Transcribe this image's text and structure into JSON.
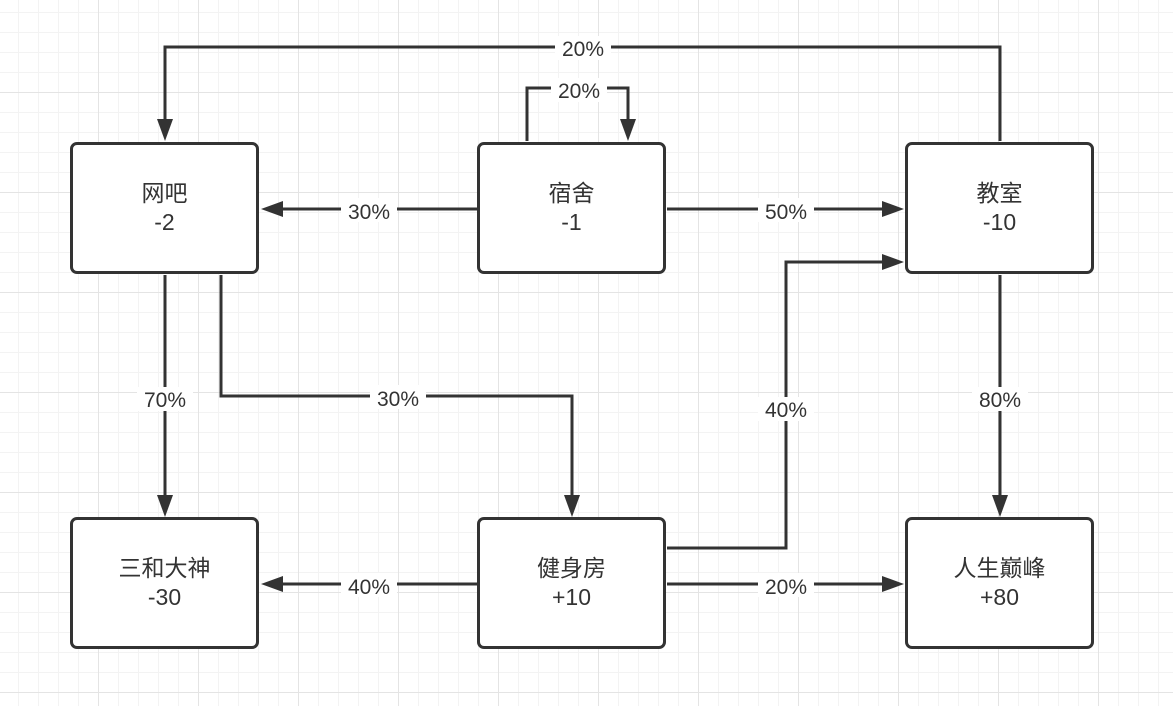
{
  "nodes": {
    "wangba": {
      "name": "网吧",
      "score": "-2"
    },
    "sushe": {
      "name": "宿舍",
      "score": "-1"
    },
    "jiaoshi": {
      "name": "教室",
      "score": "-10"
    },
    "sanhe": {
      "name": "三和大神",
      "score": "-30"
    },
    "jianshen": {
      "name": "健身房",
      "score": "+10"
    },
    "rensheng": {
      "name": "人生巅峰",
      "score": "+80"
    }
  },
  "edges": {
    "jiaoshi_to_wangba": "20%",
    "sushe_self": "20%",
    "sushe_to_wangba": "30%",
    "sushe_to_jiaoshi": "50%",
    "wangba_to_sanhe": "70%",
    "wangba_to_jianshen": "30%",
    "jianshen_to_jiaoshi": "40%",
    "jiaoshi_to_rensheng": "80%",
    "jianshen_to_sanhe": "40%",
    "jianshen_to_rensheng": "20%"
  },
  "colors": {
    "stroke": "#333333",
    "grid": "#e4e4e4"
  }
}
